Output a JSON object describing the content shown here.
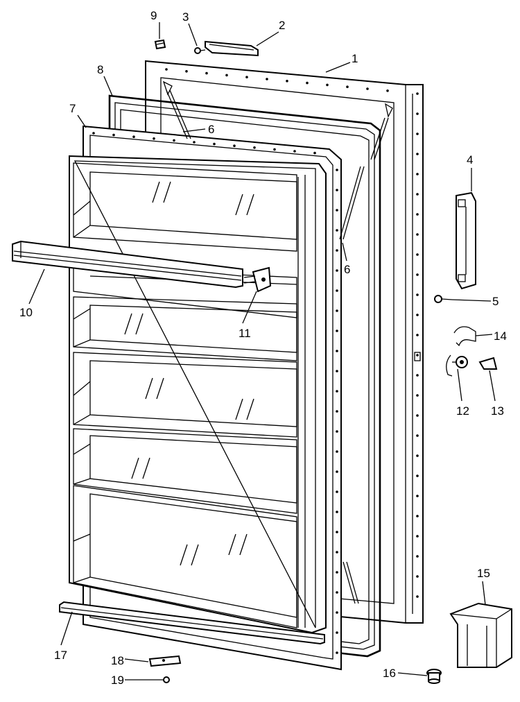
{
  "diagram": {
    "callouts": [
      {
        "id": "c1",
        "text": "1"
      },
      {
        "id": "c2",
        "text": "2"
      },
      {
        "id": "c3",
        "text": "3"
      },
      {
        "id": "c4",
        "text": "4"
      },
      {
        "id": "c5",
        "text": "5"
      },
      {
        "id": "c6a",
        "text": "6"
      },
      {
        "id": "c6b",
        "text": "6"
      },
      {
        "id": "c7",
        "text": "7"
      },
      {
        "id": "c8",
        "text": "8"
      },
      {
        "id": "c9",
        "text": "9"
      },
      {
        "id": "c10",
        "text": "10"
      },
      {
        "id": "c11",
        "text": "11"
      },
      {
        "id": "c12",
        "text": "12"
      },
      {
        "id": "c13",
        "text": "13"
      },
      {
        "id": "c14",
        "text": "14"
      },
      {
        "id": "c15",
        "text": "15"
      },
      {
        "id": "c16",
        "text": "16"
      },
      {
        "id": "c17",
        "text": "17"
      },
      {
        "id": "c18",
        "text": "18"
      },
      {
        "id": "c19",
        "text": "19"
      }
    ]
  }
}
